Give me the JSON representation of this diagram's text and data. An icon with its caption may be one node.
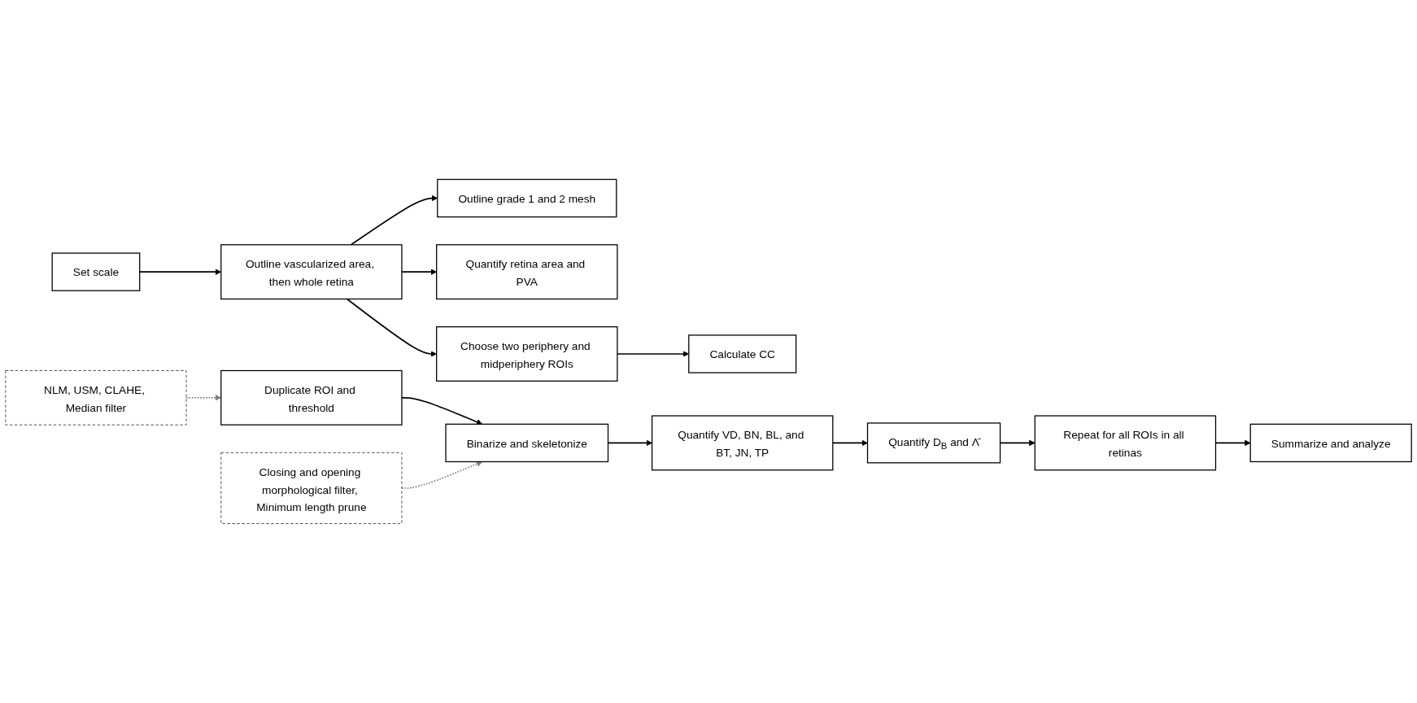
{
  "diagram": {
    "nodes": [
      {
        "text": [
          "Set scale"
        ]
      },
      {
        "text": [
          "Outline vascularized area, then whole retina"
        ]
      },
      {
        "text": [
          "Outline grade 1 and 2 mesh"
        ]
      },
      {
        "text": [
          "Quantify retina area and PVA"
        ]
      },
      {
        "text": [
          "Choose two periphery and midperiphery ROIs"
        ]
      },
      {
        "text": [
          "Calculate CC"
        ]
      },
      {
        "text": [
          "NLM, USM, CLAHE, Median filter"
        ]
      },
      {
        "text": [
          "Duplicate ROI and threshold"
        ]
      },
      {
        "text": [
          "Closing and opening morphological filter, Minimum length prune"
        ]
      },
      {
        "text": [
          "Binarize and skeletonize"
        ]
      },
      {
        "text": [
          "Quantify VD, BN, BL, and BT, JN, TP"
        ]
      },
      {
        "text": [
          "Quantify D$_{B}$ and Λ̄"
        ]
      },
      {
        "text": [
          "Repeat for all ROIs in all retinas"
        ]
      },
      {
        "text": [
          "Summarize and analyze"
        ]
      }
    ],
    "edges": [
      {
        "from": 0,
        "to": 1,
        "arrow": "to"
      },
      {
        "from": 1,
        "to": 2,
        "arrow": "to"
      },
      {
        "from": 1,
        "to": 3,
        "arrow": "to"
      },
      {
        "from": 1,
        "to": 4,
        "arrow": "to"
      },
      {
        "from": 4,
        "to": 5,
        "arrow": "to"
      },
      {
        "from": 6,
        "to": 7,
        "arrow": "to",
        "style": "dashed",
        "color": "#808080"
      },
      {
        "from": 7,
        "to": 9,
        "arrow": "to"
      },
      {
        "from": 8,
        "to": 9,
        "arrow": "to",
        "style": "dashed",
        "color": "#808080"
      },
      {
        "from": 9,
        "to": 10,
        "arrow": "to"
      },
      {
        "from": 10,
        "to": 11,
        "arrow": "to"
      },
      {
        "from": 11,
        "to": 12,
        "arrow": "to"
      },
      {
        "from": 12,
        "to": 13,
        "arrow": "to"
      }
    ]
  }
}
